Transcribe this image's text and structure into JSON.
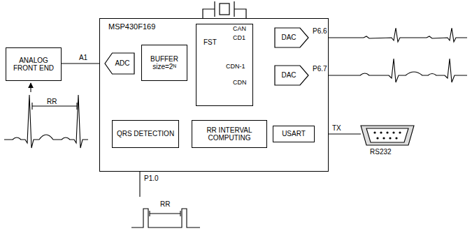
{
  "diagram": {
    "nodes": [
      {
        "text": [
          "MSP430F169"
        ]
      },
      {
        "text": [
          "ANALOG FRONT END"
        ]
      },
      {
        "text": [
          "ADC"
        ],
        "in": 0
      },
      {
        "text": [
          "BUFFER",
          "size=2ᴺ"
        ],
        "in": 0
      },
      {
        "text": [
          "FST"
        ],
        "in": 0
      },
      {
        "text": [
          "DAC"
        ],
        "in": 0
      },
      {
        "text": [
          "DAC"
        ],
        "in": 0
      },
      {
        "text": [
          "QRS DETECTION"
        ],
        "in": 0
      },
      {
        "text": [
          "RR INTERVAL COMPUTING"
        ],
        "in": 0
      },
      {
        "text": [
          "USART"
        ],
        "in": 0
      }
    ],
    "edges": [
      {
        "from": 1,
        "to": 2,
        "arrow": "to",
        "label": "A1"
      },
      {
        "from": 2,
        "to": 3,
        "arrow": "to"
      },
      {
        "from": 3,
        "to": 4,
        "arrow": "to"
      },
      {
        "from": 4,
        "to": 5,
        "arrow": "to"
      },
      {
        "from": 4,
        "to": 6,
        "arrow": "to"
      },
      {
        "from": 4,
        "to": 7,
        "arrow": "to"
      },
      {
        "from": 7,
        "to": 8,
        "arrow": "to"
      },
      {
        "from": 8,
        "to": 9,
        "arrow": "to"
      }
    ],
    "labels": [
      "CAN",
      "CD1",
      "CDN-1",
      "CDN",
      "P6.6",
      "P6.7",
      "TX",
      "RS232",
      "P1.0",
      "RR",
      "RR"
    ]
  }
}
